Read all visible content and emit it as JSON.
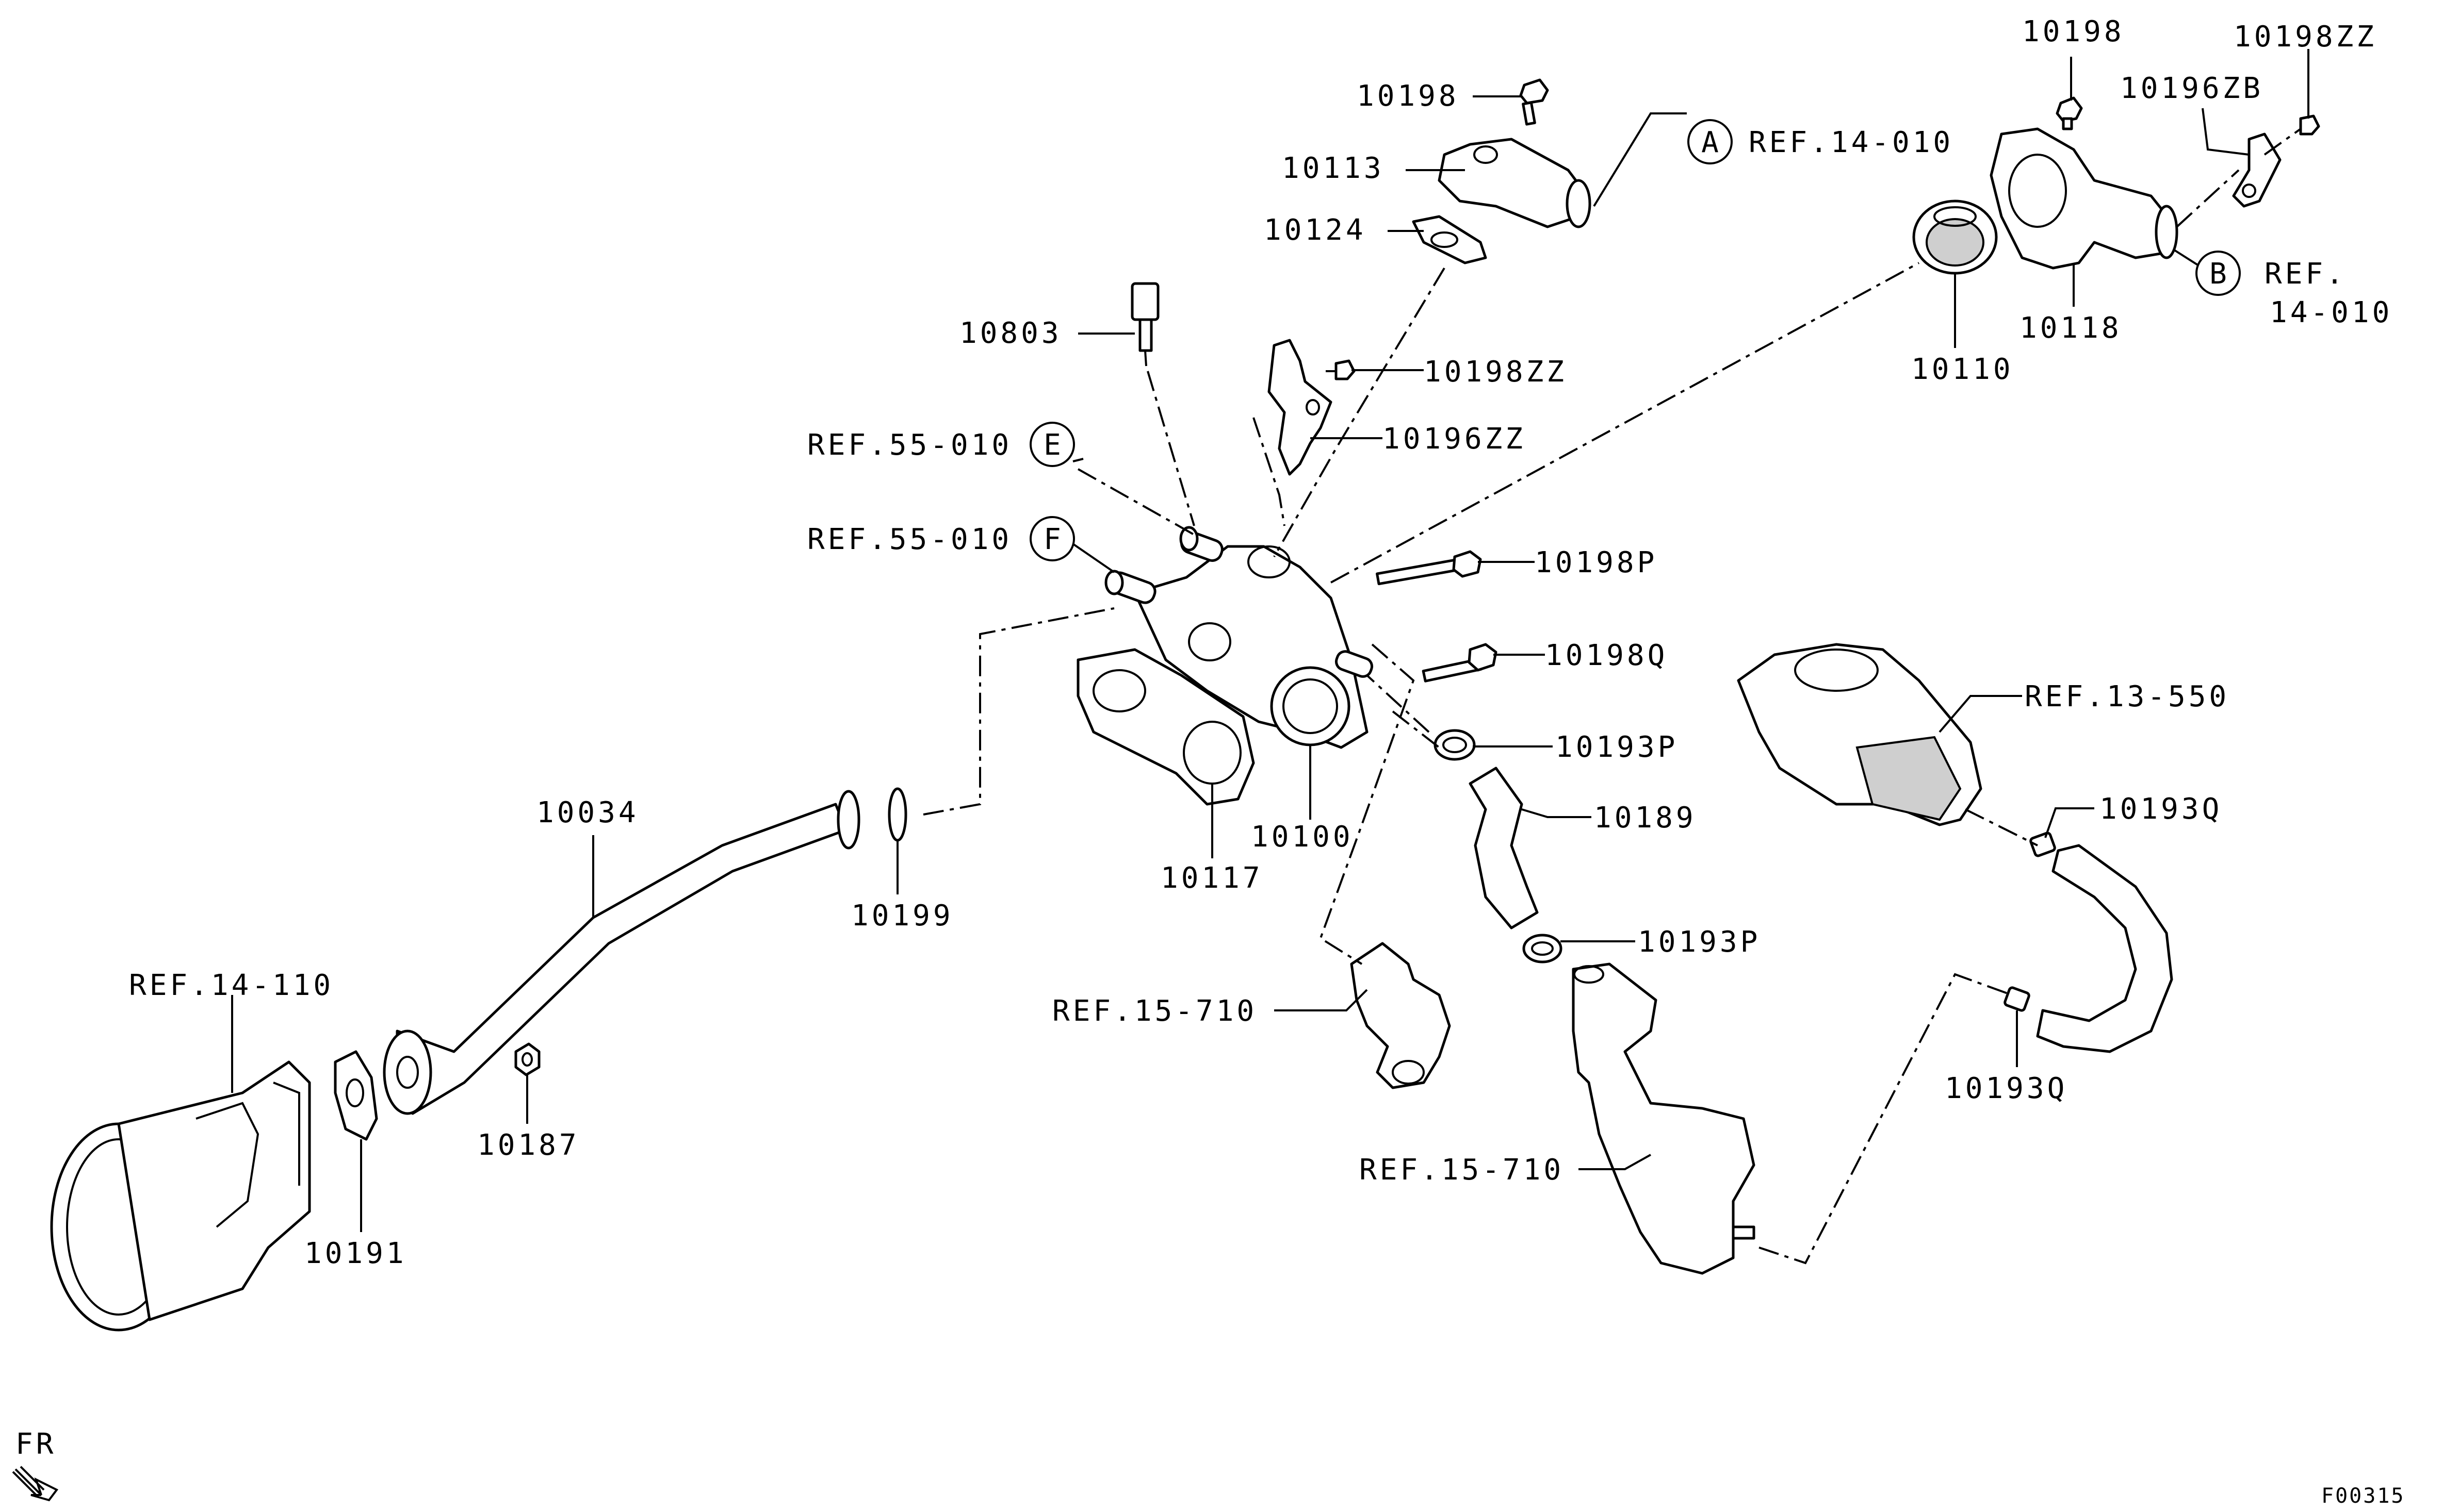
{
  "diagram": {
    "part_labels": {
      "p10198_top": "10198",
      "p10113": "10113",
      "p10124": "10124",
      "p10803": "10803",
      "p10198zz_mid": "10198ZZ",
      "p10196zz": "10196ZZ",
      "p10198p": "10198P",
      "p10198q": "10198Q",
      "p10193p_upper": "10193P",
      "p10189": "10189",
      "p10193p_lower": "10193P",
      "p10100": "10100",
      "p10117": "10117",
      "p10034": "10034",
      "p10199": "10199",
      "p10187": "10187",
      "p10191": "10191",
      "p10110": "10110",
      "p10118": "10118",
      "p10198_right": "10198",
      "p10198zz_right": "10198ZZ",
      "p10196zb": "10196ZB",
      "p10193q_upper": "10193Q",
      "p10193q_lower": "10193Q"
    },
    "ref_labels": {
      "ref_14_010_a": "REF.14-010",
      "ref_14_010_b_line1": "REF.",
      "ref_14_010_b_line2": "14-010",
      "ref_55_010_e": "REF.55-010",
      "ref_55_010_f": "REF.55-010",
      "ref_13_550": "REF.13-550",
      "ref_15_710_left": "REF.15-710",
      "ref_15_710_lower": "REF.15-710",
      "ref_14_110": "REF.14-110"
    },
    "callout_letters": {
      "a": "A",
      "b": "B",
      "e": "E",
      "f": "F"
    },
    "direction_label": "FR",
    "figure_id": "F00315"
  }
}
